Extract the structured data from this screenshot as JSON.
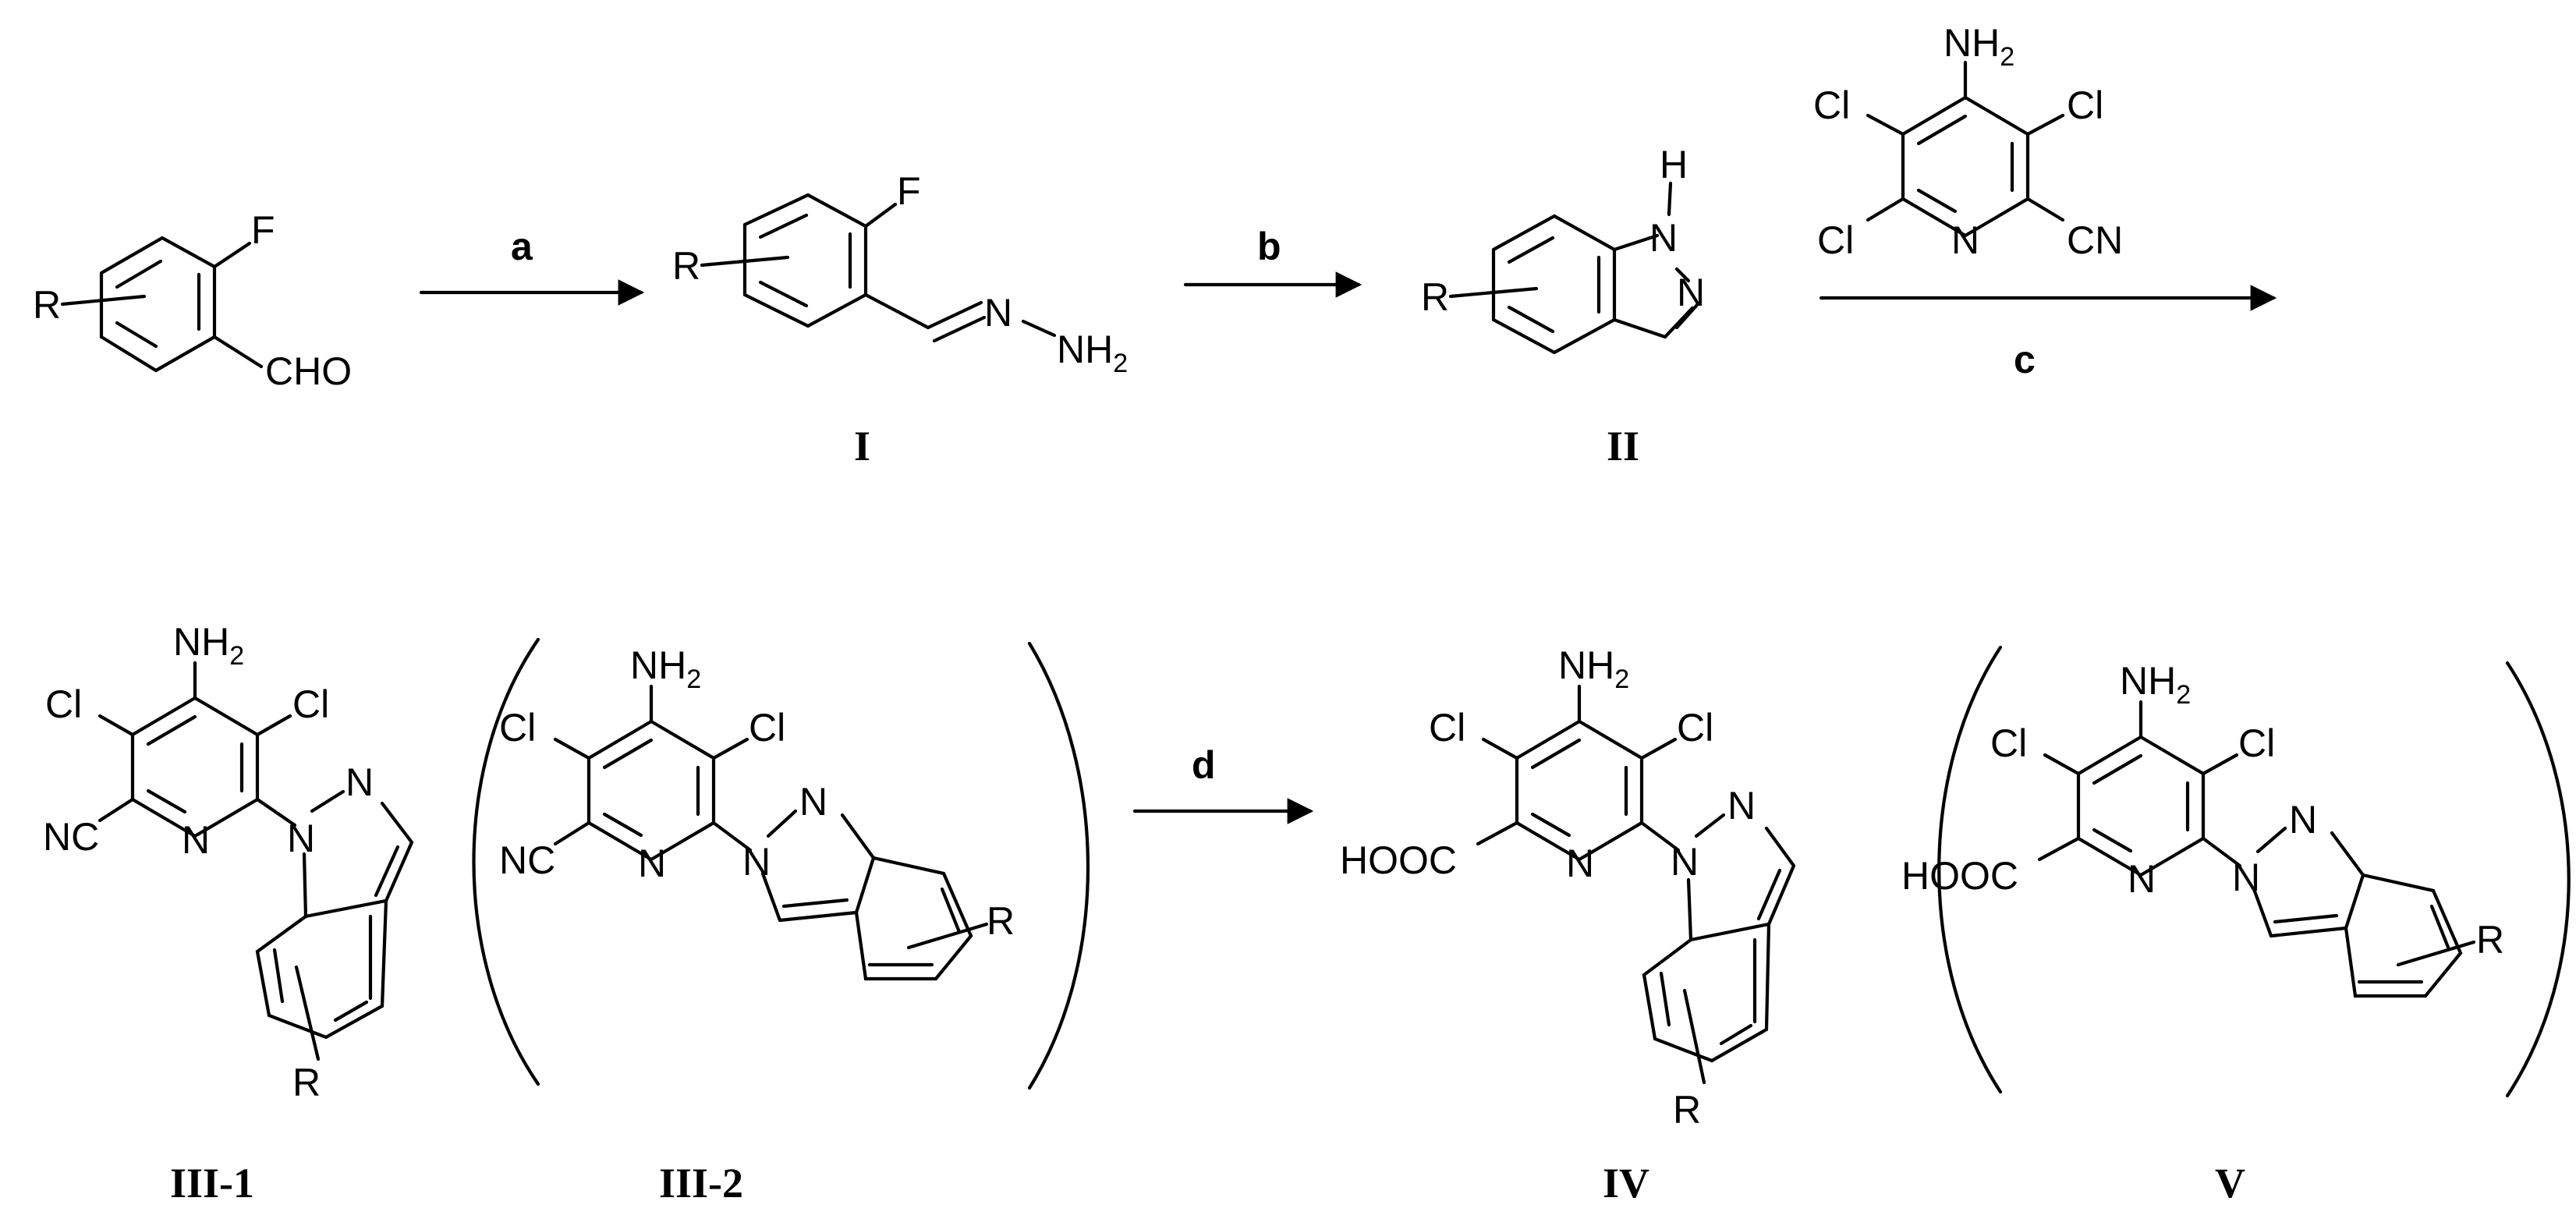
{
  "reagents": {
    "a": "a",
    "b": "b",
    "c": "c",
    "d": "d"
  },
  "compound_labels": {
    "I": "I",
    "II": "II",
    "III_1": "III-1",
    "III_2": "III-2",
    "IV": "IV",
    "V": "V"
  },
  "atoms": {
    "R": "R",
    "F": "F",
    "CHO": "CHO",
    "N": "N",
    "NH": "NH",
    "H": "H",
    "Cl": "Cl",
    "CN": "CN",
    "NC": "NC",
    "HOOC": "HOOC",
    "NH2_main": "NH",
    "NH2_sub": "2"
  }
}
